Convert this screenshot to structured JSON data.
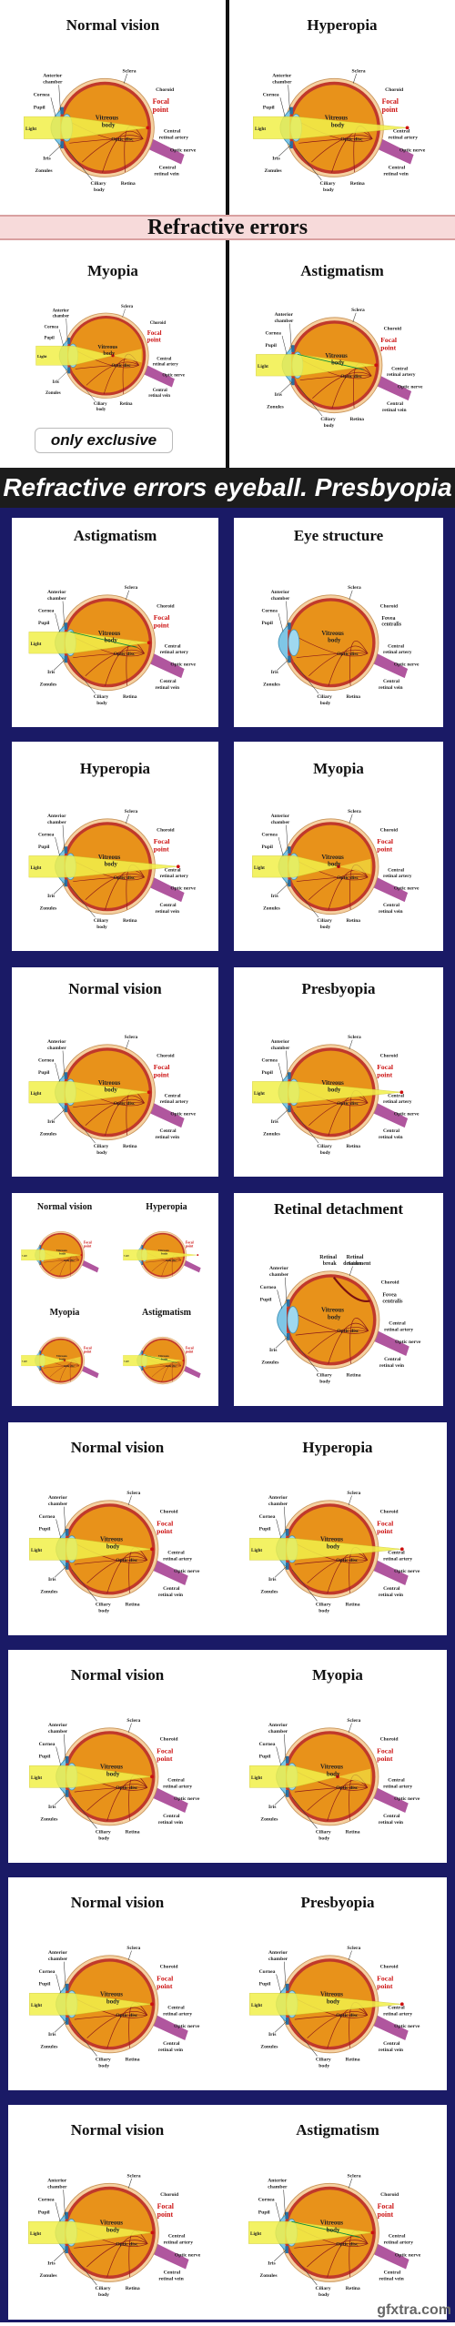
{
  "banners": {
    "refractive": "Refractive errors",
    "exclusive": "only exclusive",
    "main": "Refractive errors eyeball. Presbyopia"
  },
  "titles": {
    "normal": "Normal vision",
    "hyperopia": "Hyperopia",
    "myopia": "Myopia",
    "astigmatism": "Astigmatism",
    "eye_structure": "Eye structure",
    "presbyopia": "Presbyopia",
    "retinal_detachment": "Retinal detachment"
  },
  "labels": {
    "light": "Light",
    "focal": "Focal",
    "point": "point",
    "vitreous": "Vitreous",
    "body": "body",
    "optic_disc": "Optic disc",
    "sclera": "Sclera",
    "choroid": "Choroid",
    "anterior": "Anterior",
    "chamber": "chamber",
    "cornea": "Cornea",
    "pupil": "Pupil",
    "iris": "Iris",
    "zonules": "Zonules",
    "ciliary": "Ciliary",
    "retina": "Retina",
    "optic_nerve": "Optic nerve",
    "central": "Central",
    "retinal_artery": "retinal artery",
    "retinal_vein": "retinal vein",
    "fovea": "Fovea",
    "centralis": "centralis",
    "retinal_break": "Retinal",
    "break": "break",
    "detachment": "detachment"
  },
  "colors": {
    "frame": "#1a1a66",
    "eyeball": "#e8921a",
    "sclera": "#f5d0a0",
    "cornea": "#7fc6e6",
    "light": "#f2f04a",
    "focal": "#cc1111",
    "nerve": "#b0569e"
  },
  "watermark": "gfxtra.com"
}
